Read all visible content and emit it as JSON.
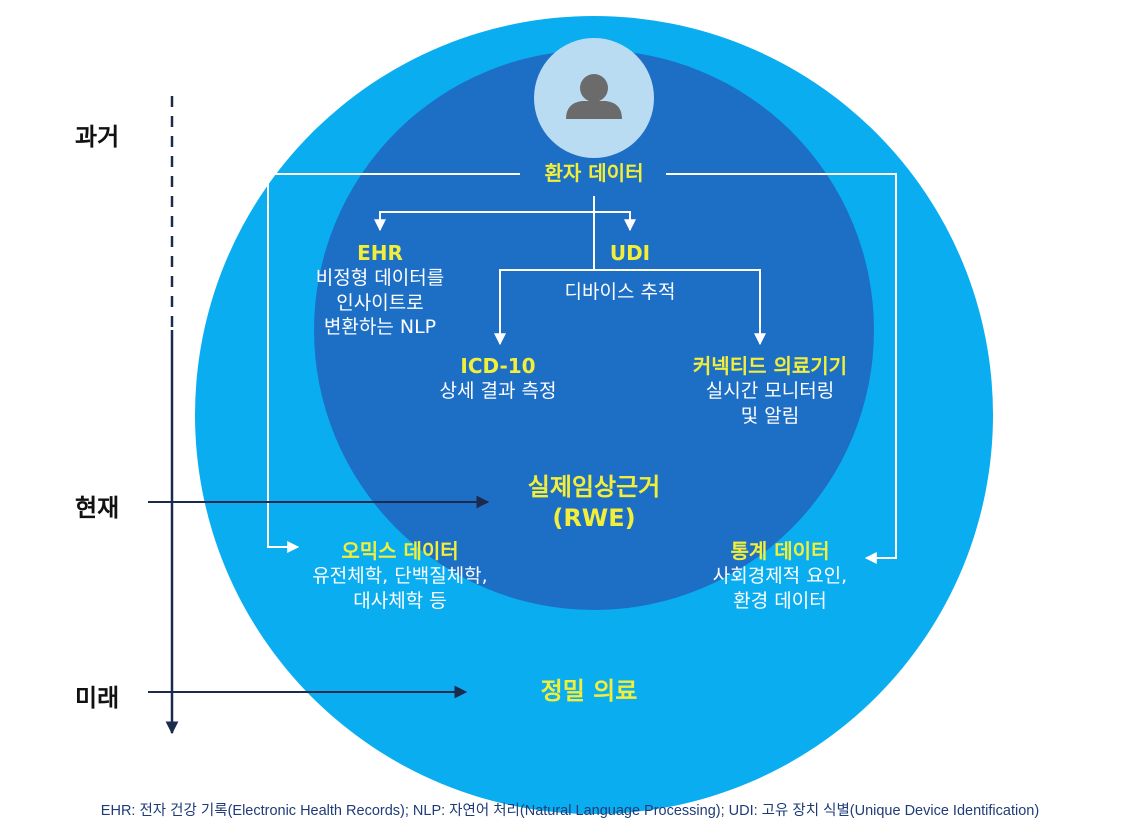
{
  "timeline": {
    "past": "과거",
    "present": "현재",
    "future": "미래"
  },
  "center": {
    "title": "환자 데이터"
  },
  "ehr": {
    "title": "EHR",
    "desc": [
      "비정형 데이터를",
      "인사이트로",
      "변환하는 NLP"
    ]
  },
  "udi": {
    "title": "UDI",
    "desc": "디바이스 추적"
  },
  "icd": {
    "title": "ICD-10",
    "desc": "상세 결과 측정"
  },
  "connected": {
    "title": "커넥티드 의료기기",
    "desc": [
      "실시간 모니터링",
      "및 알림"
    ]
  },
  "rwe": {
    "title": "실제임상근거",
    "abbr": "(RWE)"
  },
  "omics": {
    "title": "오믹스 데이터",
    "desc": [
      "유전체학, 단백질체학,",
      "대사체학 등"
    ]
  },
  "stats": {
    "title": "통계 데이터",
    "desc": [
      "사회경제적 요인,",
      "환경 데이터"
    ]
  },
  "precision": {
    "title": "정밀 의료"
  },
  "footnote": "EHR: 전자 건강 기록(Electronic Health Records); NLP: 자연어 처리(Natural Language Processing); UDI: 고유 장치 식별(Unique Device Identification)",
  "colors": {
    "outer_circle": "#0aaef0",
    "inner_circle": "#1d6fc6",
    "avatar_bg": "#b9dcf3",
    "highlight": "#f2ee3a",
    "arrow": "#ffffff",
    "timeline_arrow": "#1b2a4d"
  }
}
